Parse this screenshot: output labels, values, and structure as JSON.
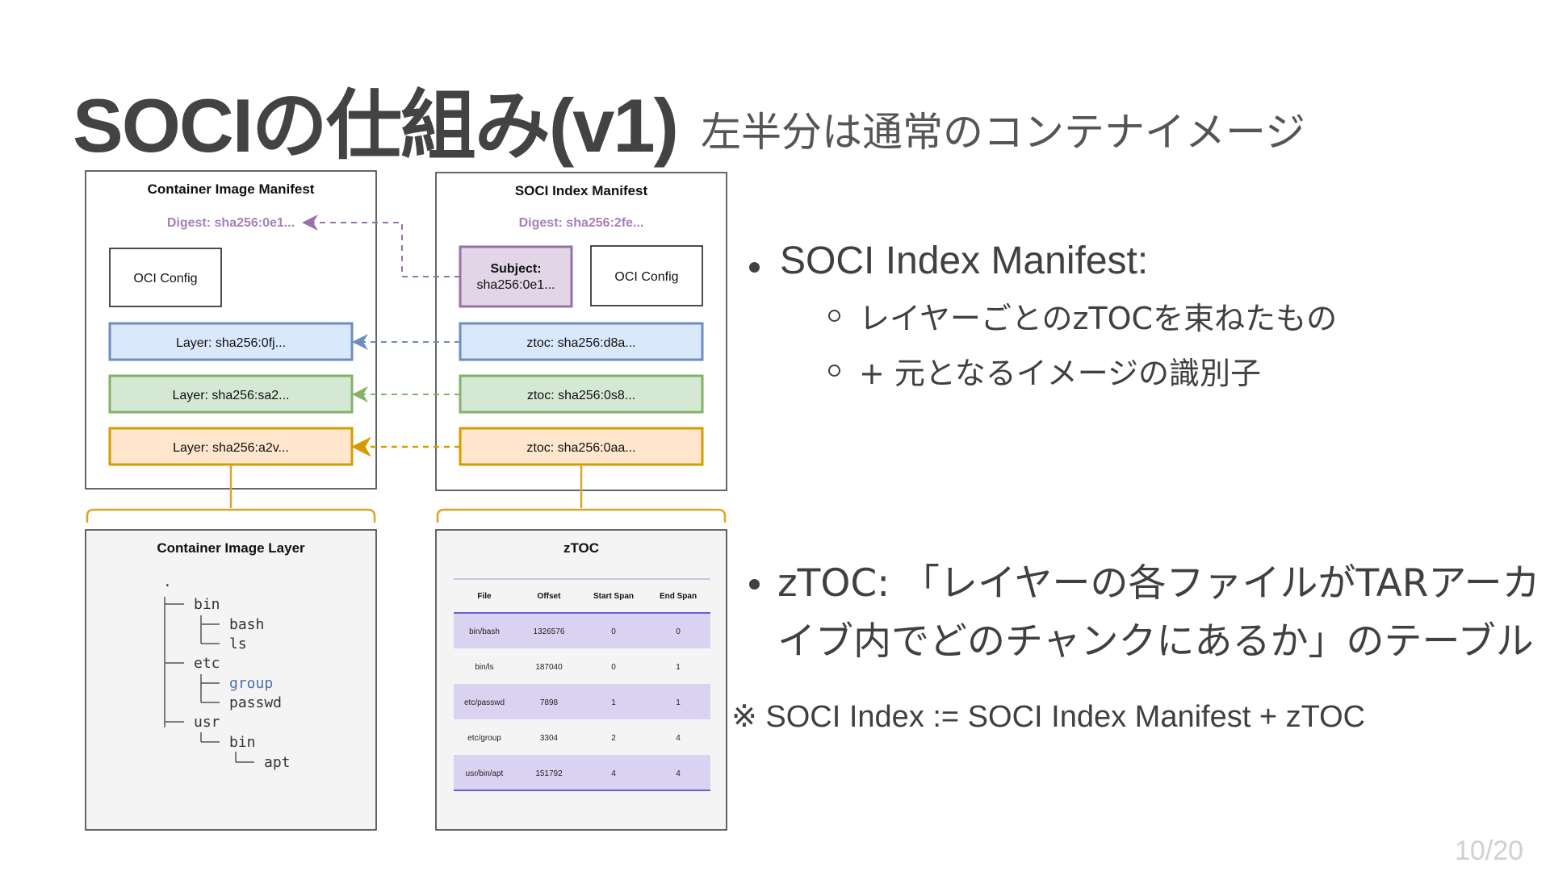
{
  "slide": {
    "title": "SOCIの仕組み(v1)",
    "subtitle": "左半分は通常のコンテナイメージ",
    "page_number": "10/20"
  },
  "diagram": {
    "container_manifest": {
      "title": "Container Image Manifest",
      "digest": "Digest: sha256:0e1...",
      "config": "OCI Config",
      "layers": [
        "Layer: sha256:0fj...",
        "Layer: sha256:sa2...",
        "Layer: sha256:a2v..."
      ]
    },
    "soci_manifest": {
      "title": "SOCI Index Manifest",
      "digest": "Digest: sha256:2fe...",
      "subject_label": "Subject:",
      "subject_value": "sha256:0e1...",
      "config": "OCI Config",
      "ztocs": [
        "ztoc: sha256:d8a...",
        "ztoc: sha256:0s8...",
        "ztoc: sha256:0aa..."
      ]
    },
    "container_layer": {
      "title": "Container Image Layer",
      "tree": [
        {
          "glyph": "·",
          "name": ""
        },
        {
          "glyph": "",
          "name": "bin"
        },
        {
          "glyph": "",
          "name": "bash"
        },
        {
          "glyph": "",
          "name": "ls"
        },
        {
          "glyph": "",
          "name": "etc"
        },
        {
          "glyph": "",
          "name": "group"
        },
        {
          "glyph": "",
          "name": "passwd"
        },
        {
          "glyph": "",
          "name": "usr"
        },
        {
          "glyph": "",
          "name": "bin"
        },
        {
          "glyph": "",
          "name": "apt"
        }
      ]
    },
    "ztoc_table": {
      "title": "zTOC",
      "headers": [
        "File",
        "Offset",
        "Start Span",
        "End Span"
      ],
      "rows": [
        [
          "bin/bash",
          "1326576",
          "0",
          "0"
        ],
        [
          "bin/ls",
          "187040",
          "0",
          "1"
        ],
        [
          "etc/passwd",
          "7898",
          "1",
          "1"
        ],
        [
          "etc/group",
          "3304",
          "2",
          "4"
        ],
        [
          "usr/bin/apt",
          "151792",
          "4",
          "4"
        ]
      ]
    },
    "colors": {
      "blue_fill": "#dae8fc",
      "blue_stroke": "#6c8ebf",
      "green_fill": "#d5e8d4",
      "green_stroke": "#82b366",
      "orange_fill": "#ffe6cc",
      "orange_stroke": "#d79b00",
      "purple_fill": "#e1d5e7",
      "purple_stroke": "#9673a6",
      "brace": "#d6a62b",
      "table_stripe": "#d9d2f0"
    }
  },
  "bullets": {
    "soci_index_manifest": {
      "label": "SOCI Index Manifest:",
      "subitems": [
        "レイヤーごとのzTOCを束ねたもの",
        "+ 元となるイメージの識別子"
      ]
    },
    "ztoc": {
      "label": "zTOC: 「レイヤーの各ファイルがTARアーカイブ内でどのチャンクにあるか」のテーブル"
    },
    "note": "※ SOCI Index := SOCI Index Manifest + zTOC"
  }
}
